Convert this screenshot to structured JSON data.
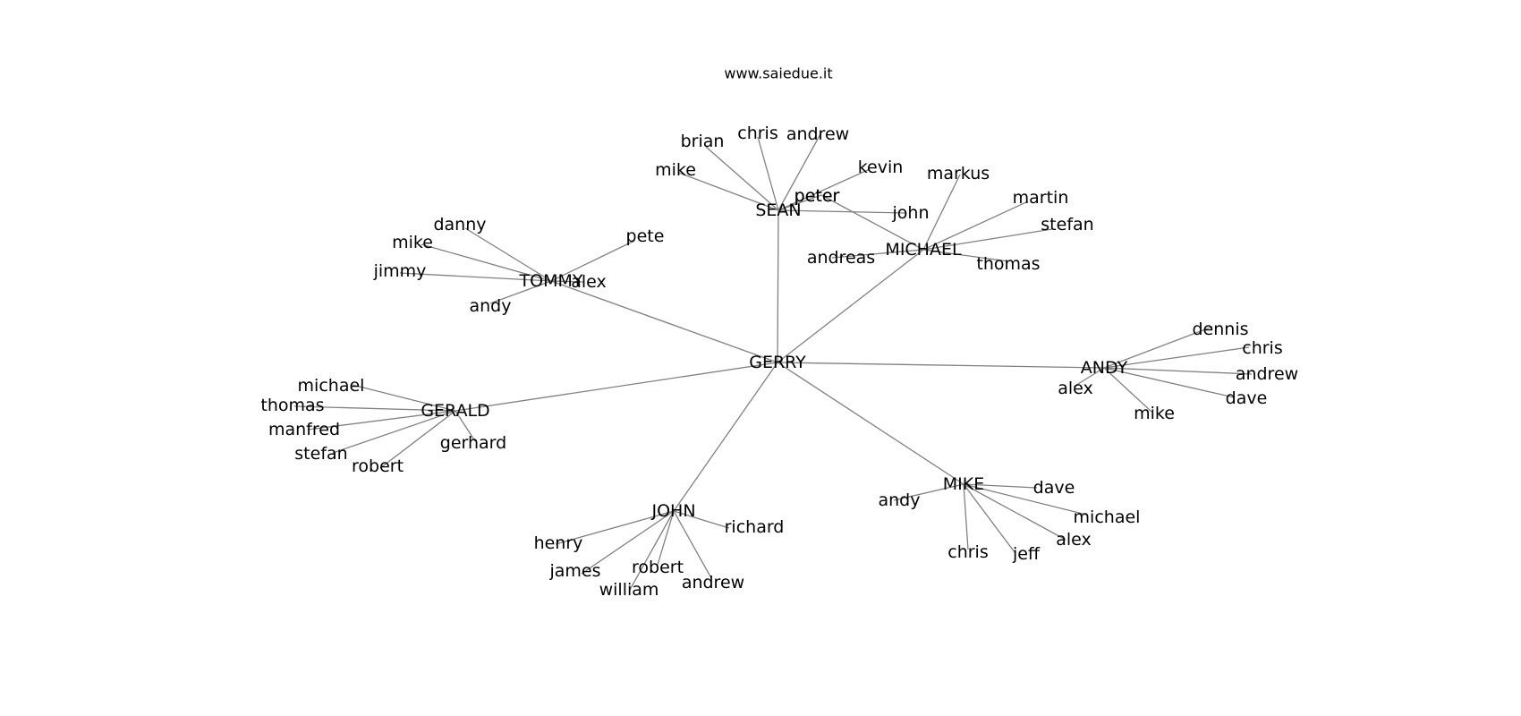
{
  "site": "www.saiedue.it",
  "colors": {
    "edge": "#808080",
    "text": "#000000",
    "background": "#ffffff"
  },
  "graph": {
    "center": "GERRY",
    "hubs": [
      {
        "name": "SEAN",
        "children": [
          "brian",
          "chris",
          "andrew",
          "mike",
          "kevin",
          "peter",
          "john"
        ]
      },
      {
        "name": "MICHAEL",
        "children": [
          "markus",
          "martin",
          "stefan",
          "thomas",
          "andreas",
          "peter"
        ]
      },
      {
        "name": "TOMMY",
        "children": [
          "danny",
          "mike",
          "jimmy",
          "andy",
          "pete",
          "alex"
        ]
      },
      {
        "name": "GERALD",
        "children": [
          "michael",
          "thomas",
          "manfred",
          "stefan",
          "robert",
          "gerhard"
        ]
      },
      {
        "name": "ANDY",
        "children": [
          "dennis",
          "chris",
          "andrew",
          "dave",
          "mike",
          "alex"
        ]
      },
      {
        "name": "MIKE",
        "children": [
          "andy",
          "dave",
          "michael",
          "alex",
          "jeff",
          "chris"
        ]
      },
      {
        "name": "JOHN",
        "children": [
          "henry",
          "james",
          "william",
          "robert",
          "andrew",
          "richard"
        ]
      }
    ]
  }
}
